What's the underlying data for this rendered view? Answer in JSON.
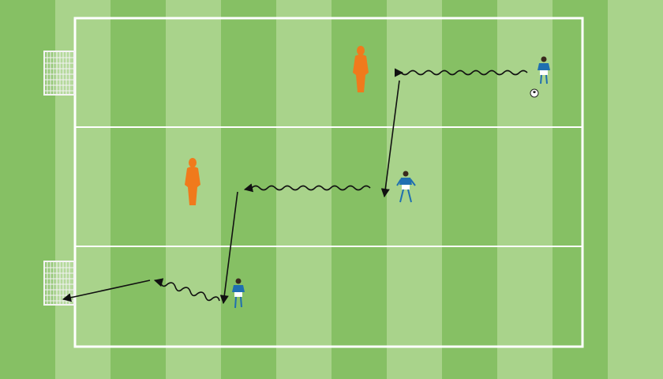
{
  "colors": {
    "stripe_light": "#a9d38b",
    "stripe_dark": "#86c064",
    "line": "#ffffff",
    "mannequin": "#f07a1c",
    "jersey": "#1f6fb0",
    "shorts": "#ffffff",
    "arrow": "#111111"
  },
  "elements": {
    "goals": [
      "small-goal-top-left",
      "small-goal-bottom-left"
    ],
    "mannequins": [
      "mannequin-upper",
      "mannequin-middle"
    ],
    "players": [
      "player-top-right-with-ball",
      "player-middle",
      "player-bottom"
    ],
    "moves": [
      "dribble",
      "run",
      "pass"
    ]
  }
}
